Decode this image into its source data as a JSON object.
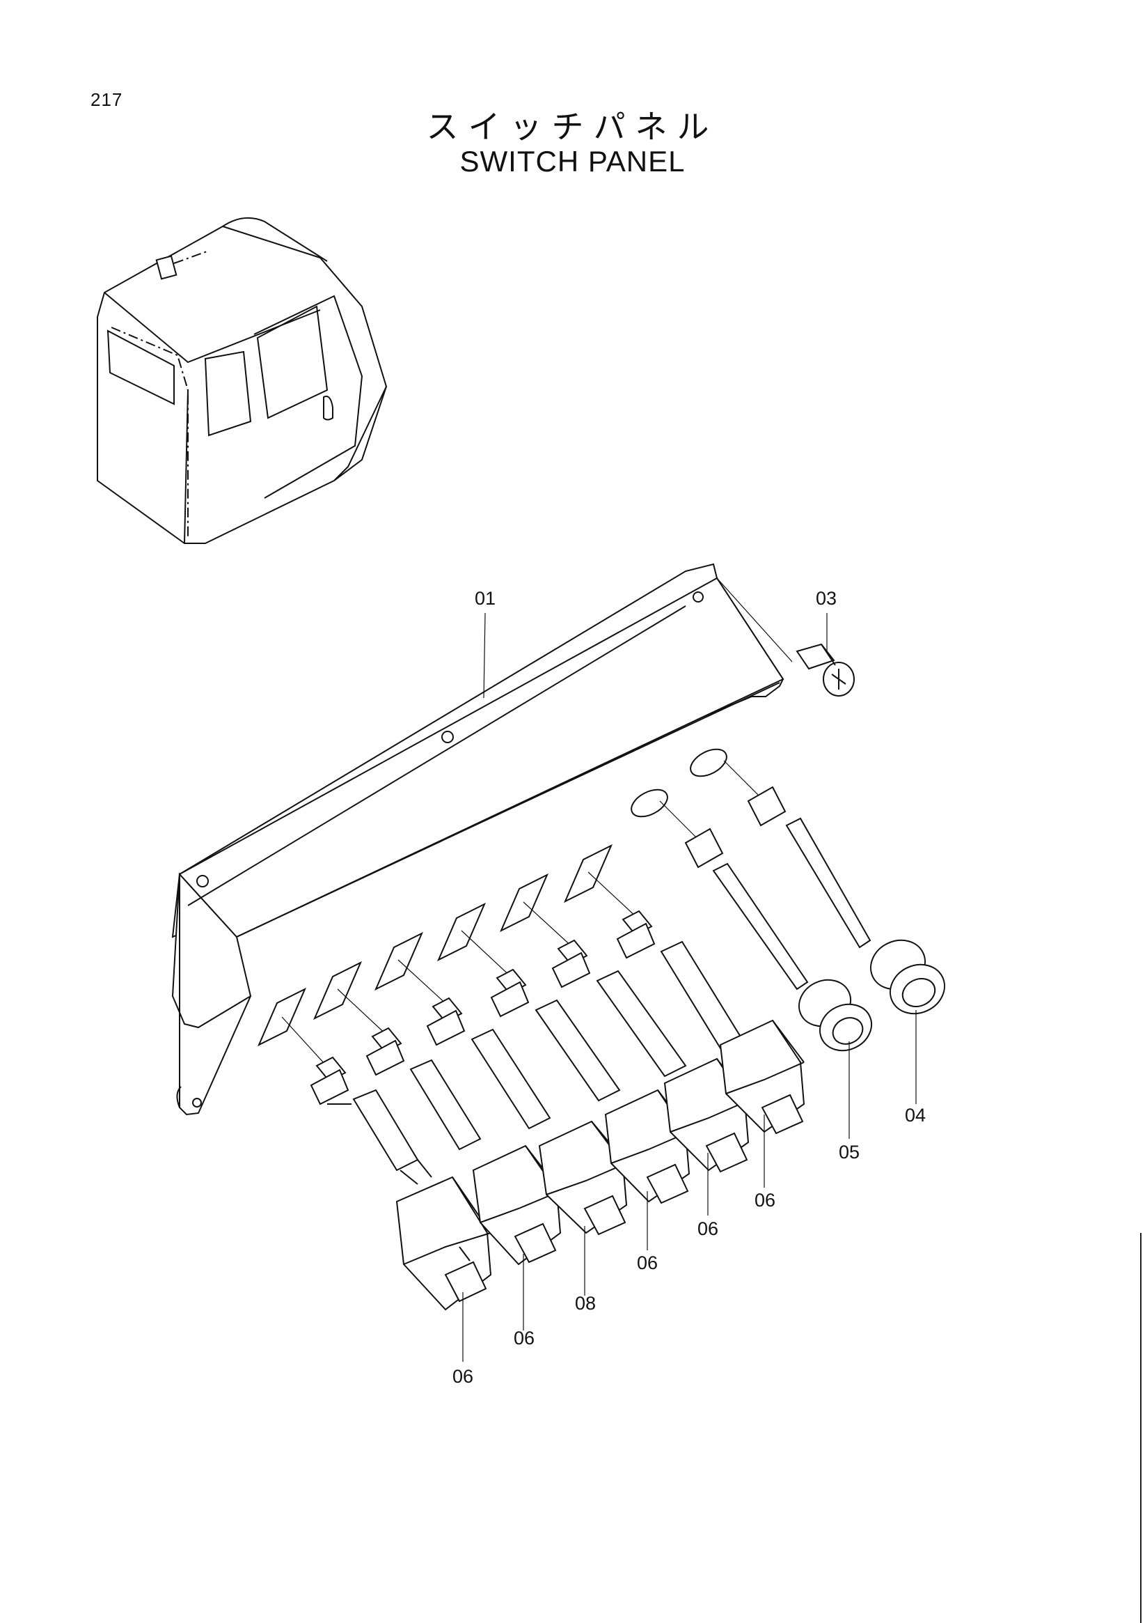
{
  "header": {
    "page_number": "217",
    "title_jp": "スイッチパネル",
    "title_en": "SWITCH PANEL"
  },
  "callouts": {
    "c01": "01",
    "c03": "03",
    "c04": "04",
    "c05": "05",
    "c06a": "06",
    "c06b": "06",
    "c06c": "06",
    "c06d": "06",
    "c06e": "06",
    "c08": "08"
  }
}
